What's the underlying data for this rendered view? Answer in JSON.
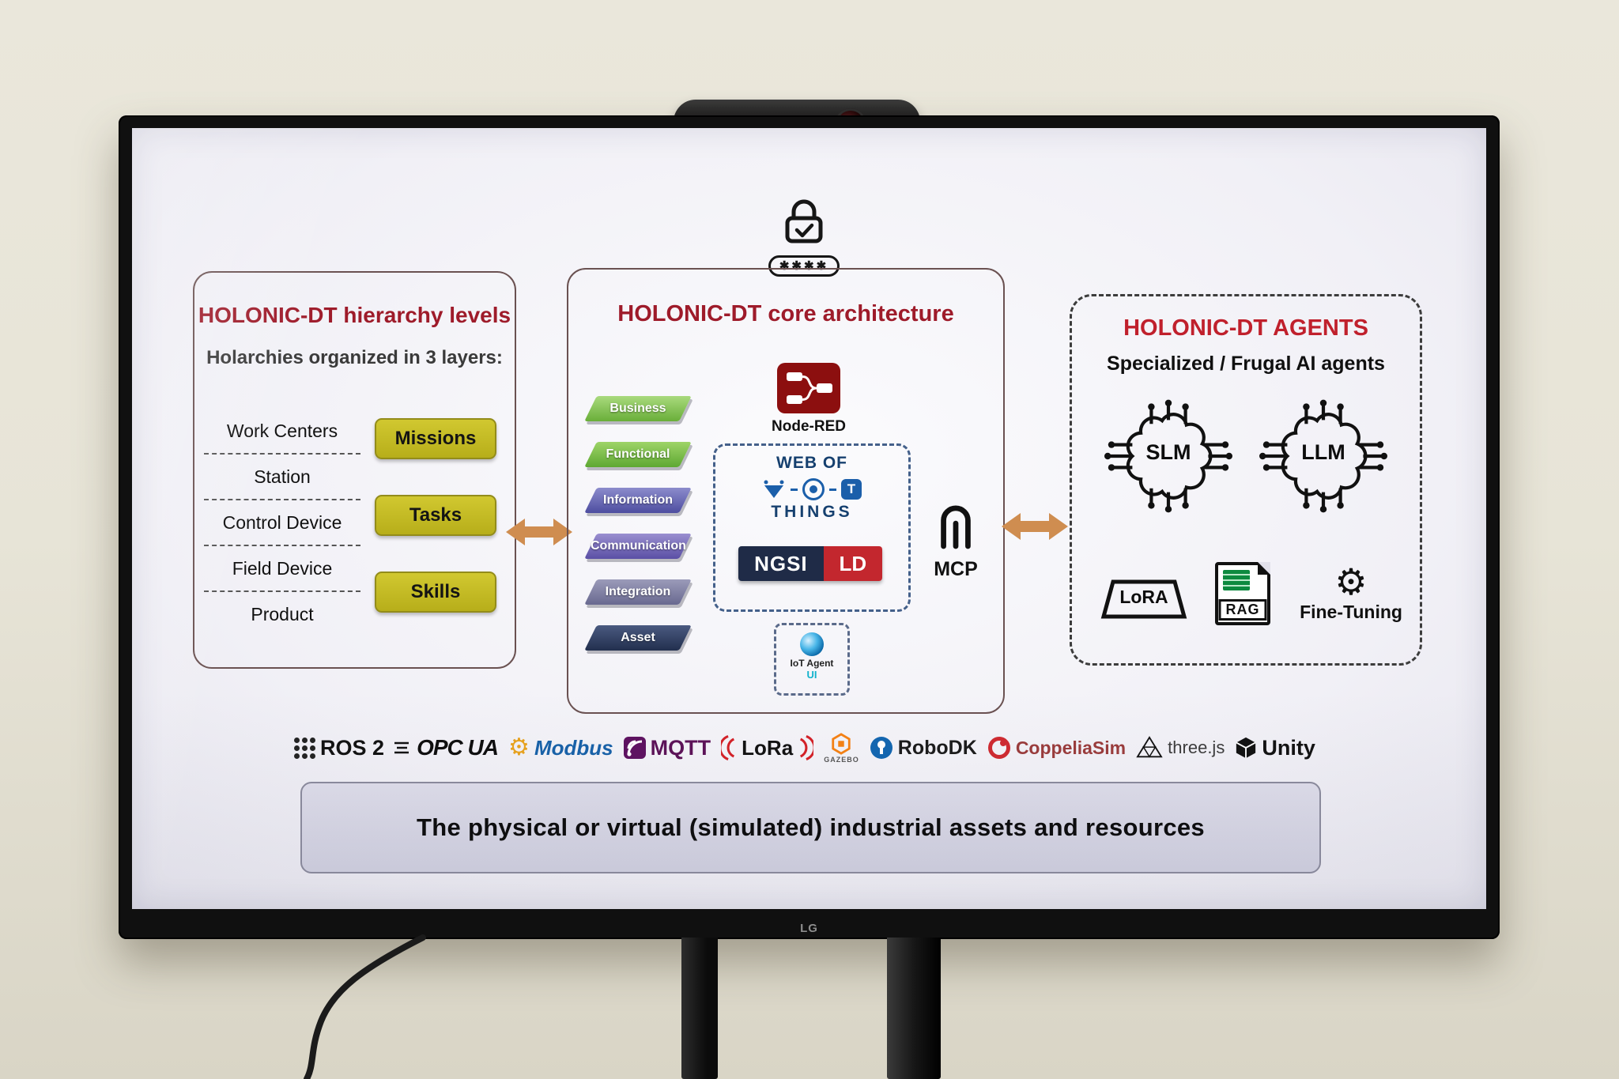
{
  "tv": {
    "brand": "LG"
  },
  "slide": {
    "lock": {
      "stars": "✱✱✱✱"
    },
    "hierarchy": {
      "title": "HOLONIC-DT hierarchy levels",
      "subtitle": "Holarchies organized in 3 layers:",
      "levels": [
        "Work Centers",
        "Station",
        "Control Device",
        "Field Device",
        "Product"
      ],
      "buttons": [
        "Missions",
        "Tasks",
        "Skills"
      ]
    },
    "core": {
      "title": "HOLONIC-DT core architecture",
      "layers": [
        "Business",
        "Functional",
        "Information",
        "Communication",
        "Integration",
        "Asset"
      ],
      "node_red_label": "Node-RED",
      "wot_line1": "WEB OF",
      "wot_t": "T",
      "wot_line2": "THINGS",
      "ngsi_left": "NGSI",
      "ngsi_right": "LD",
      "iot_line1": "IoT Agent",
      "iot_line2": "UI",
      "mcp_label": "MCP"
    },
    "agents": {
      "title": "HOLONIC-DT AGENTS",
      "subtitle": "Specialized / Frugal AI agents",
      "slm": "SLM",
      "llm": "LLM",
      "lora": "LoRA",
      "rag": "RAG",
      "fine_tuning": "Fine-Tuning"
    },
    "logos": {
      "ros2": "ROS 2",
      "opcua": "OPC UA",
      "modbus": "Modbus",
      "mqtt": "MQTT",
      "lora": "LoRa",
      "gazebo": "GAZEBO",
      "robodk": "RoboDK",
      "coppeliasim": "CoppeliaSim",
      "threejs": "three.js",
      "unity": "Unity"
    },
    "banner": "The physical or virtual (simulated) industrial assets and resources"
  },
  "colors": {
    "title_red": "#9e1b2a",
    "agents_red": "#c0202c",
    "button_yellow": "#c6bd23",
    "arrow_tan": "#cf8d50",
    "node_red": "#8c0f0f",
    "ngsi_navy": "#1f2b47",
    "ngsi_red": "#c3272e",
    "wot_blue": "#1b5faa",
    "layer_green": "#69ae39",
    "layer_purple": "#4d4da0",
    "layer_navy": "#222f4e"
  }
}
